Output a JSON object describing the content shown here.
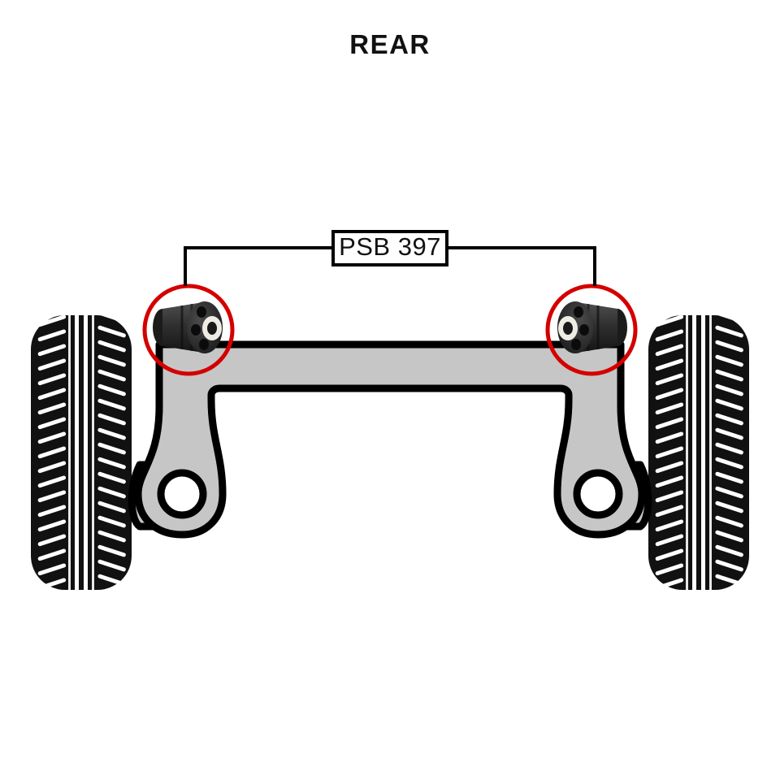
{
  "page": {
    "title": "REAR",
    "background_color": "#ffffff"
  },
  "callout": {
    "part_number": "PSB 397",
    "box_border_color": "#000000",
    "box_fill_color": "#ffffff",
    "leader_line_color": "#000000"
  },
  "highlights": {
    "circle_color": "#d40000",
    "left_label": "left-bushing-highlight",
    "right_label": "right-bushing-highlight"
  },
  "components": {
    "beam_fill_color": "#c6c6c6",
    "beam_outline_color": "#000000",
    "bushing_body_color": "#2f2f2f",
    "bushing_bore_color": "#f2efe9",
    "tire_color": "#111111",
    "tread_groove_color": "#ffffff",
    "left_wheel_name": "left-rear-wheel",
    "right_wheel_name": "right-rear-wheel",
    "axle_name": "rear-axle-beam"
  },
  "icons": {
    "bushing": "bushing-icon",
    "tire": "tire-icon",
    "mount_eye": "mount-eye-icon"
  }
}
